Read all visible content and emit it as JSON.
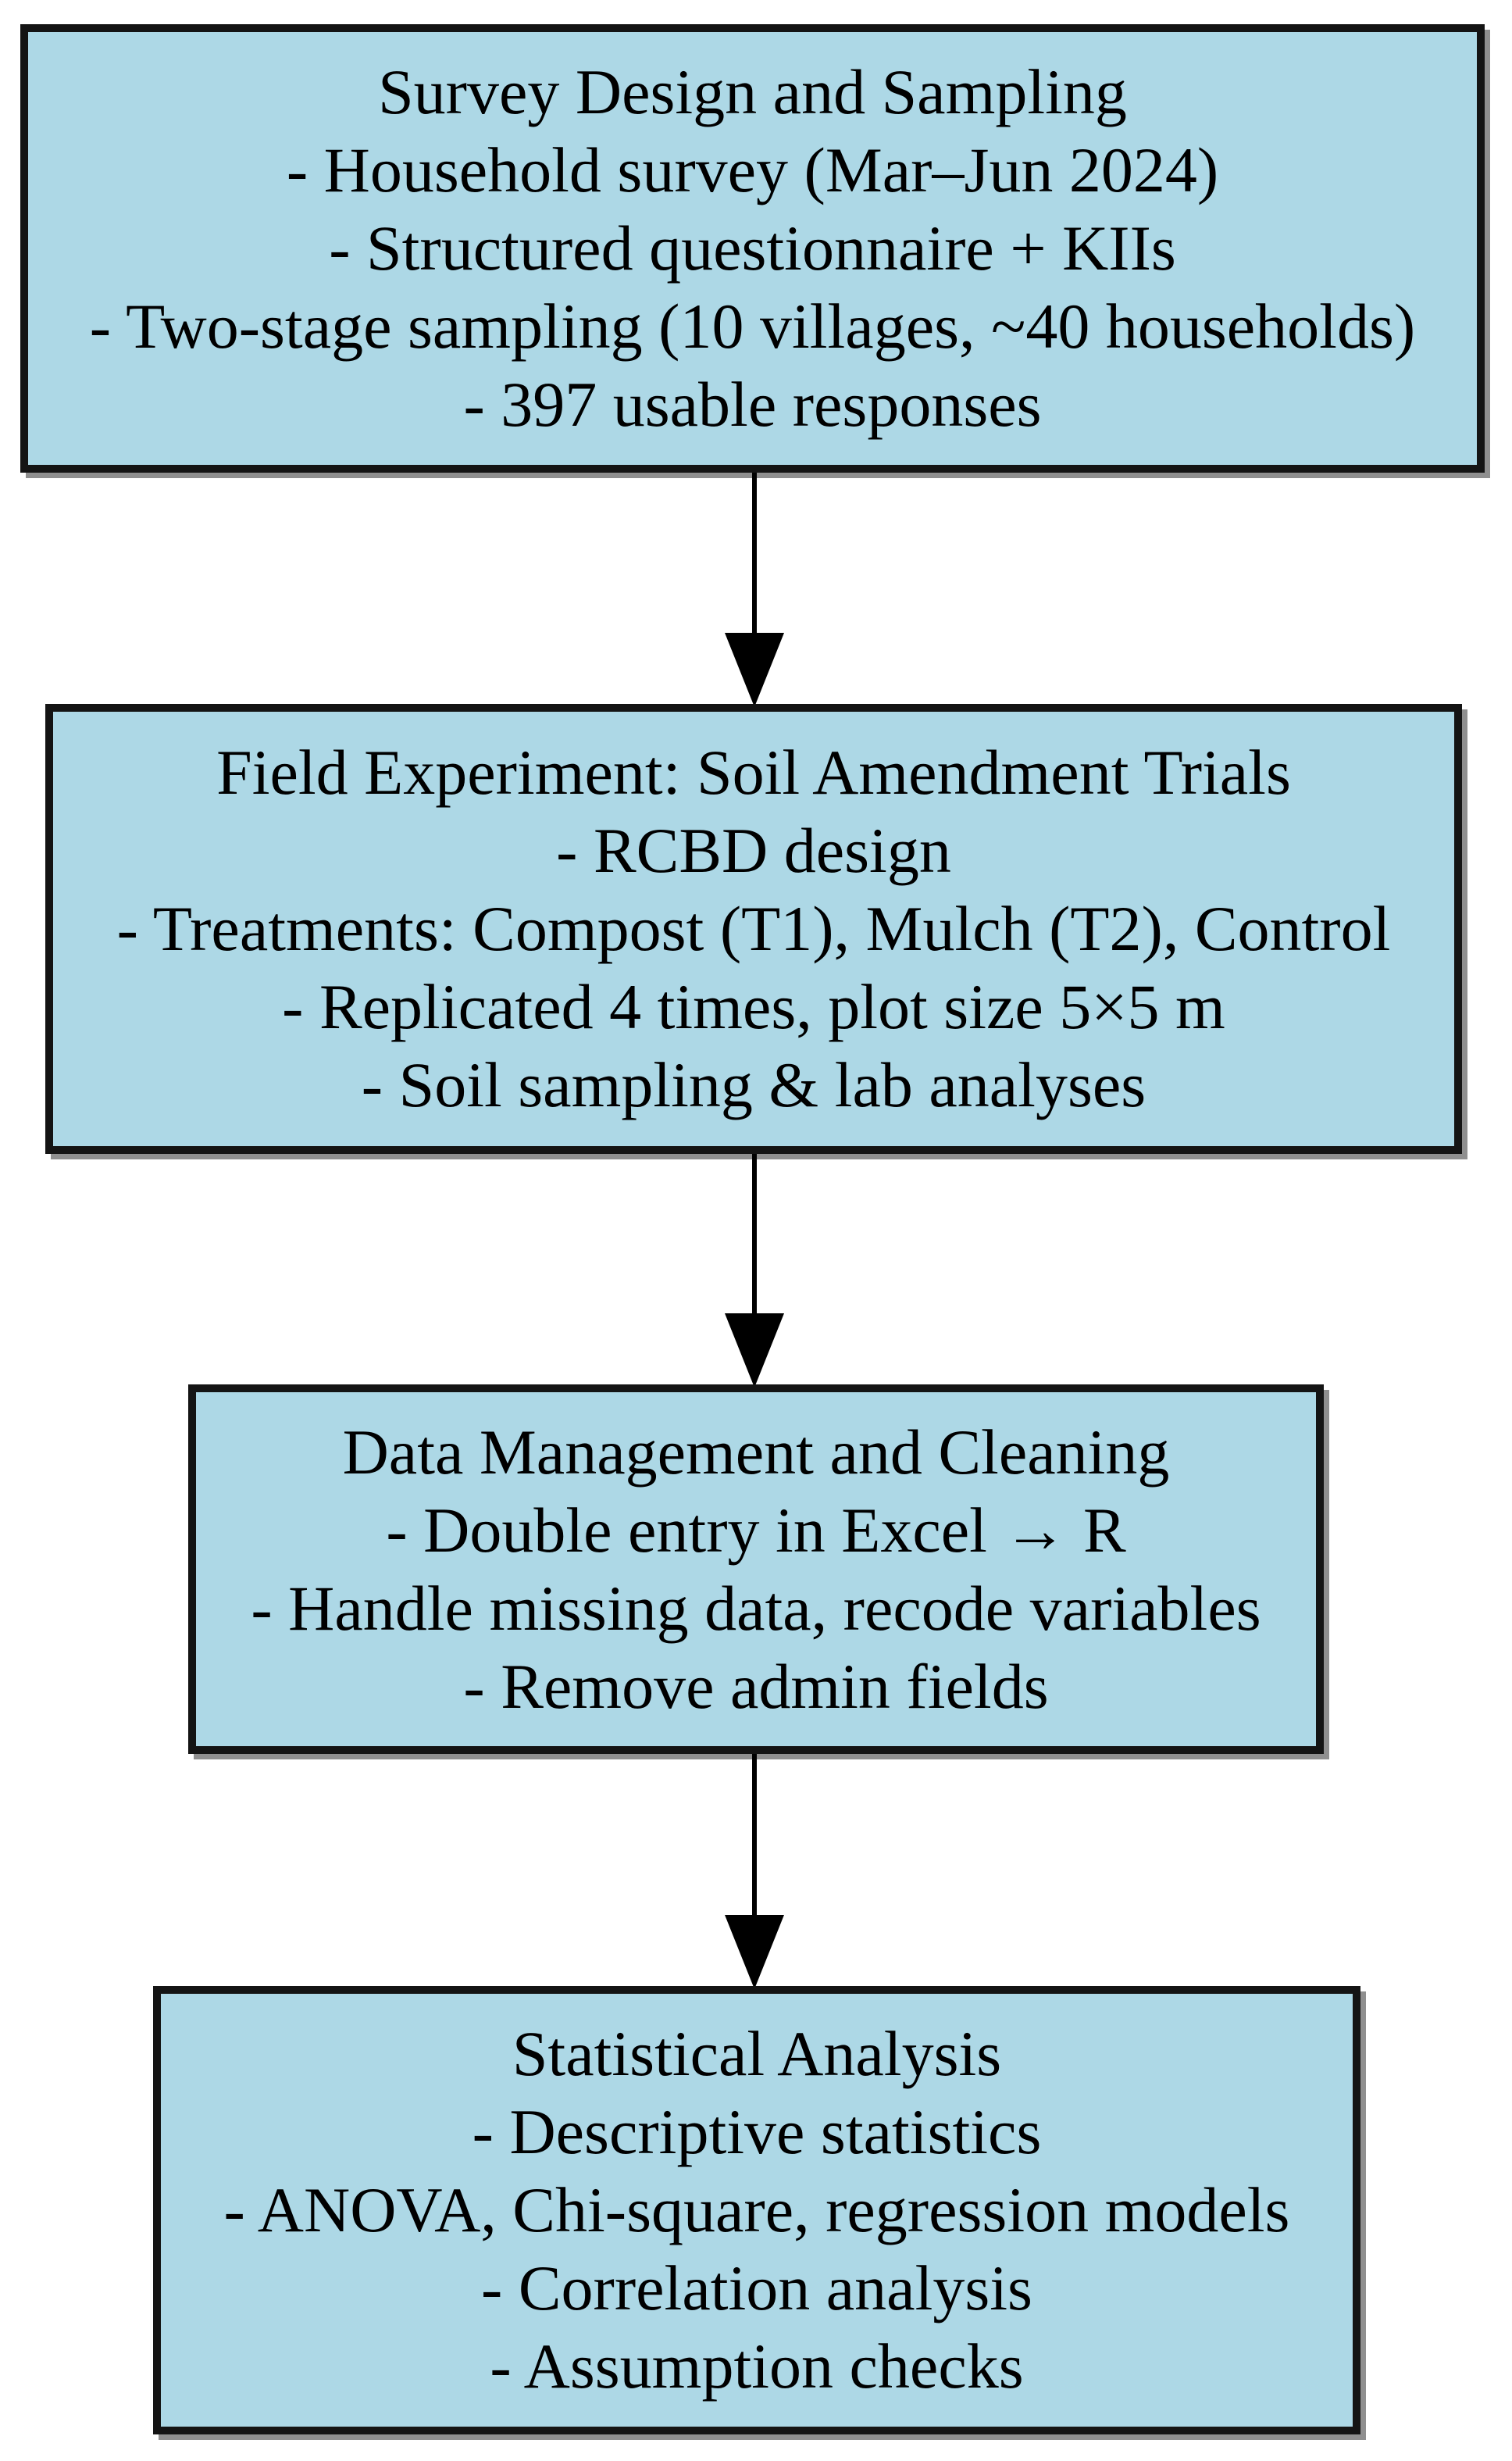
{
  "figure": {
    "type": "flowchart",
    "boxes": [
      {
        "title": "Survey Design and Sampling",
        "bullets": [
          "- Household survey (Mar–Jun 2024)",
          "- Structured questionnaire + KIIs",
          "- Two-stage sampling (10 villages, ~40 households)",
          "- 397 usable responses"
        ]
      },
      {
        "title": "Field Experiment: Soil Amendment Trials",
        "bullets": [
          "- RCBD design",
          "- Treatments: Compost (T1), Mulch (T2), Control",
          "- Replicated 4 times, plot size 5×5 m",
          "- Soil sampling & lab analyses"
        ]
      },
      {
        "title": "Data Management and Cleaning",
        "bullets": [
          "- Double entry in Excel → R",
          "- Handle missing data, recode variables",
          "- Remove admin fields"
        ]
      },
      {
        "title": "Statistical Analysis",
        "bullets": [
          "- Descriptive statistics",
          "- ANOVA, Chi-square, regression models",
          "- Correlation analysis",
          "- Assumption checks"
        ]
      }
    ],
    "colors": {
      "background": "#ffffff",
      "box_fill": "#add8e6",
      "box_border": "#141414",
      "shadow": "#8f8f8f",
      "arrow": "#000000",
      "text": "#000000"
    }
  }
}
